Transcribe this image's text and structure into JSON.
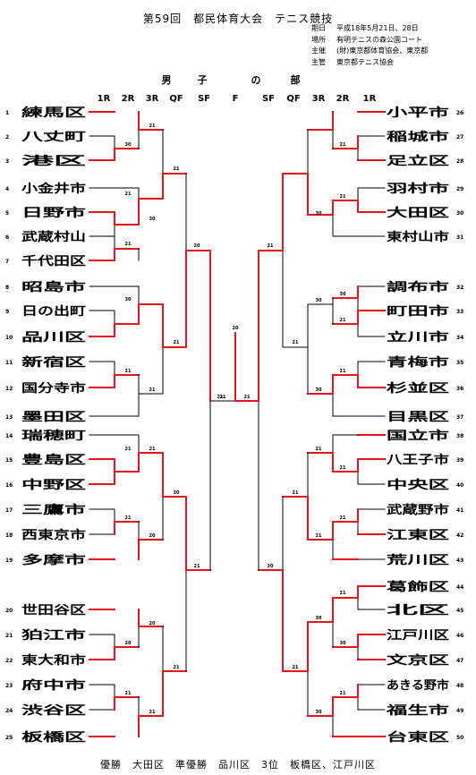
{
  "header": {
    "title": "第59回　都民体育大会　テニス競技",
    "meta": [
      {
        "label": "期日",
        "value": "平成18年5月21日、28日"
      },
      {
        "label": "場所",
        "value": "有明テニスの森公園コート"
      },
      {
        "label": "主催",
        "value": "(財)東京都体育協会、東京都"
      },
      {
        "label": "主管",
        "value": "東京都テニス協会"
      }
    ]
  },
  "division": [
    "男",
    "子",
    "の",
    "部"
  ],
  "rounds": {
    "left": [
      "1R",
      "2R",
      "3R",
      "QF",
      "SF"
    ],
    "center": "F",
    "right": [
      "SF",
      "QF",
      "3R",
      "2R",
      "1R"
    ]
  },
  "left_teams": [
    {
      "no": "1",
      "name": "練馬区"
    },
    {
      "no": "2",
      "name": "八丈町"
    },
    {
      "no": "3",
      "name": "港区"
    },
    {
      "no": "4",
      "name": "小金井市"
    },
    {
      "no": "5",
      "name": "日野市"
    },
    {
      "no": "6",
      "name": "武蔵村山"
    },
    {
      "no": "7",
      "name": "千代田区"
    },
    {
      "no": "8",
      "name": "昭島市"
    },
    {
      "no": "9",
      "name": "日の出町"
    },
    {
      "no": "10",
      "name": "品川区"
    },
    {
      "no": "11",
      "name": "新宿区"
    },
    {
      "no": "12",
      "name": "国分寺市"
    },
    {
      "no": "13",
      "name": "墨田区"
    },
    {
      "no": "14",
      "name": "瑞穂町"
    },
    {
      "no": "15",
      "name": "豊島区"
    },
    {
      "no": "16",
      "name": "中野区"
    },
    {
      "no": "17",
      "name": "三鷹市"
    },
    {
      "no": "18",
      "name": "西東京市"
    },
    {
      "no": "19",
      "name": "多摩市"
    },
    {
      "no": "20",
      "name": "世田谷区"
    },
    {
      "no": "21",
      "name": "狛江市"
    },
    {
      "no": "22",
      "name": "東大和市"
    },
    {
      "no": "23",
      "name": "府中市"
    },
    {
      "no": "24",
      "name": "渋谷区"
    },
    {
      "no": "25",
      "name": "板橋区"
    }
  ],
  "right_teams": [
    {
      "no": "26",
      "name": "小平市"
    },
    {
      "no": "27",
      "name": "稲城市"
    },
    {
      "no": "28",
      "name": "足立区"
    },
    {
      "no": "29",
      "name": "羽村市"
    },
    {
      "no": "30",
      "name": "大田区"
    },
    {
      "no": "31",
      "name": "東村山市"
    },
    {
      "no": "32",
      "name": "調布市"
    },
    {
      "no": "33",
      "name": "町田市"
    },
    {
      "no": "34",
      "name": "立川市"
    },
    {
      "no": "35",
      "name": "青梅市"
    },
    {
      "no": "36",
      "name": "杉並区"
    },
    {
      "no": "37",
      "name": "目黒区"
    },
    {
      "no": "38",
      "name": "国立市"
    },
    {
      "no": "39",
      "name": "八王子市"
    },
    {
      "no": "40",
      "name": "中央区"
    },
    {
      "no": "41",
      "name": "武蔵野市"
    },
    {
      "no": "42",
      "name": "江東区"
    },
    {
      "no": "43",
      "name": "荒川区"
    },
    {
      "no": "44",
      "name": "葛飾区"
    },
    {
      "no": "45",
      "name": "北区"
    },
    {
      "no": "46",
      "name": "江戸川区"
    },
    {
      "no": "47",
      "name": "文京区"
    },
    {
      "no": "48",
      "name": "あきる野市"
    },
    {
      "no": "49",
      "name": "福生市"
    },
    {
      "no": "50",
      "name": "台東区"
    }
  ],
  "left_scores": [
    "30",
    "21",
    "21",
    "21",
    "30",
    "21",
    "30",
    "21",
    "21",
    "21",
    "21",
    "30",
    "21",
    "21",
    "20",
    "20",
    "21",
    "20",
    "20",
    "21",
    "21",
    "21"
  ],
  "right_scores": [
    "",
    "21",
    "30",
    "21",
    "",
    "30",
    "30",
    "21",
    "21",
    "30",
    "21",
    "21",
    "21",
    "21",
    "21",
    "21",
    "21",
    "20",
    "21",
    "30",
    "30",
    "21",
    "21",
    "30",
    "21"
  ],
  "final_scores": {
    "left": "21",
    "right": "21",
    "top": "20"
  },
  "footer": "優勝　大田区　準優勝　品川区　3位　板橋区、江戸川区",
  "colors": {
    "winner_line": "#e8141b",
    "line": "#000000"
  }
}
